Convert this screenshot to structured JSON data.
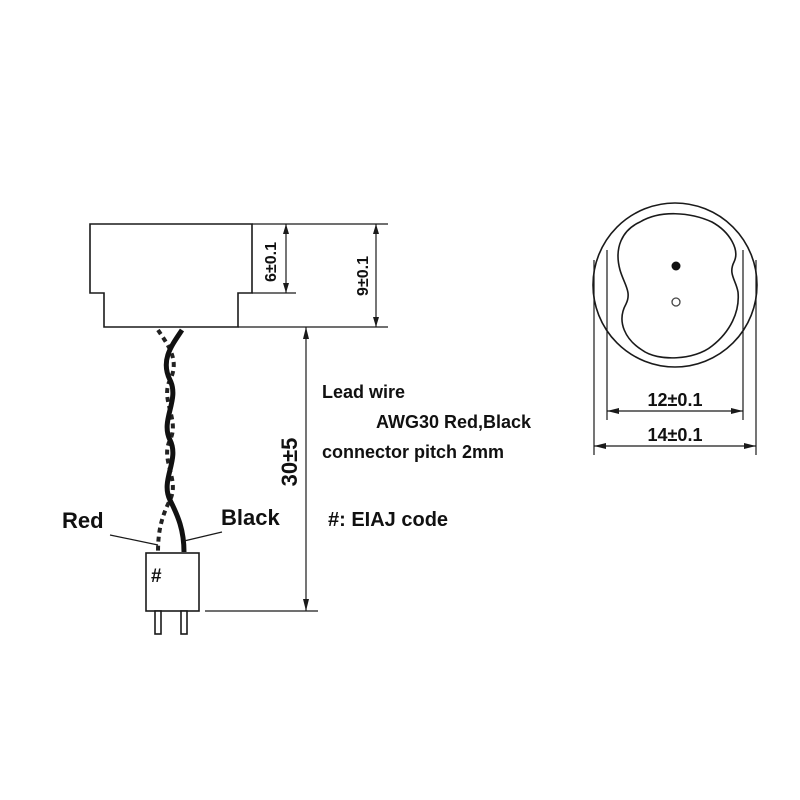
{
  "dimensions": {
    "step_height": "6±0.1",
    "body_height": "9±0.1",
    "lead_length": "30±5",
    "inner_diameter": "12±0.1",
    "outer_diameter": "14±0.1"
  },
  "notes": {
    "lead_wire_title": "Lead wire",
    "lead_wire_spec": "AWG30 Red,Black",
    "connector_pitch": "connector pitch 2mm",
    "eiaj_note": "#: EIAJ code"
  },
  "labels": {
    "red_wire": "Red",
    "black_wire": "Black",
    "connector_mark": "#"
  }
}
